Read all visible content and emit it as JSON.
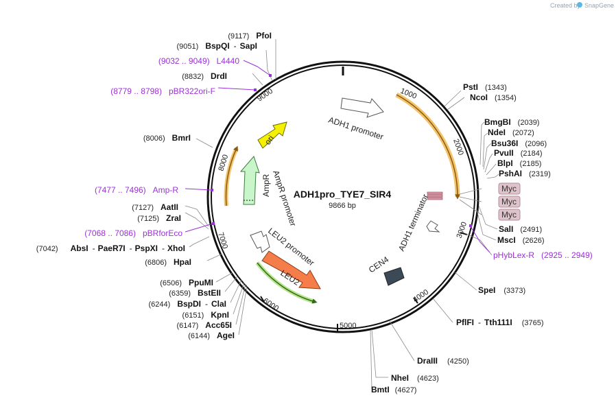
{
  "credit": {
    "prefix": "Created by",
    "brand": "SnapGene"
  },
  "plasmid": {
    "name": "ADH1pro_TYE7_SIR4",
    "size": "9866 bp"
  },
  "ticks": [
    "1000",
    "2000",
    "3000",
    "4000",
    "5000",
    "6000",
    "7000",
    "8000",
    "9000"
  ],
  "features": {
    "adh1_promoter": "ADH1 promoter",
    "adh1_terminator": "ADH1 terminator",
    "cen4": "CEN4",
    "leu2": "LEU2",
    "leu2_promoter": "LEU2 promoter",
    "ampr": "AmpR",
    "ampr_promoter": "AmpR promoter",
    "ori": "ori",
    "myc1": "Myc",
    "myc2": "Myc",
    "myc3": "Myc"
  },
  "sites": {
    "psti": {
      "name": "PstI",
      "pos": "(1343)"
    },
    "ncoi": {
      "name": "NcoI",
      "pos": "(1354)"
    },
    "bmgbi": {
      "name": "BmgBI",
      "pos": "(2039)"
    },
    "ndei": {
      "name": "NdeI",
      "pos": "(2072)"
    },
    "bsu36i": {
      "name": "Bsu36I",
      "pos": "(2096)"
    },
    "pvuii": {
      "name": "PvuII",
      "pos": "(2184)"
    },
    "blpi": {
      "name": "BlpI",
      "pos": "(2185)"
    },
    "pshai": {
      "name": "PshAI",
      "pos": "(2319)"
    },
    "sali": {
      "name": "SalI",
      "pos": "(2491)"
    },
    "msci": {
      "name": "MscI",
      "pos": "(2626)"
    },
    "spei": {
      "name": "SpeI",
      "pos": "(3373)"
    },
    "pflfi": {
      "name": "PflFI",
      "sep": "-",
      "name2": "Tth111I",
      "pos": "(3765)"
    },
    "draiii": {
      "name": "DraIII",
      "pos": "(4250)"
    },
    "nhei": {
      "name": "NheI",
      "pos": "(4623)"
    },
    "bmti": {
      "name": "BmtI",
      "pos": "(4627)"
    },
    "agei": {
      "name": "AgeI",
      "pos": "(6144)"
    },
    "acc65i": {
      "name": "Acc65I",
      "pos": "(6147)"
    },
    "kpni": {
      "name": "KpnI",
      "pos": "(6151)"
    },
    "bspdi": {
      "name": "BspDI",
      "sep": "-",
      "name2": "ClaI",
      "pos": "(6244)"
    },
    "bsteii": {
      "name": "BstEII",
      "pos": "(6359)"
    },
    "ppumi": {
      "name": "PpuMI",
      "pos": "(6506)"
    },
    "hpai": {
      "name": "HpaI",
      "pos": "(6806)"
    },
    "absi": {
      "name": "AbsI",
      "sep": "-",
      "name2": "PaeR7I",
      "sep2": "-",
      "name3": "PspXI",
      "sep3": "-",
      "name4": "XhoI",
      "pos": "(7042)"
    },
    "zrai": {
      "name": "ZraI",
      "pos": "(7125)"
    },
    "aatii": {
      "name": "AatII",
      "pos": "(7127)"
    },
    "bmri": {
      "name": "BmrI",
      "pos": "(8006)"
    },
    "drdi": {
      "name": "DrdI",
      "pos": "(8832)"
    },
    "bspqi": {
      "name": "BspQI",
      "sep": "-",
      "name2": "SapI",
      "pos": "(9051)"
    },
    "pfoi": {
      "name": "PfoI",
      "pos": "(9117)"
    }
  },
  "primers": {
    "phyblex": {
      "name": "pHybLex-R",
      "range": "(2925 .. 2949)"
    },
    "pbrforeco": {
      "name": "pBRforEco",
      "range": "(7068 .. 7086)"
    },
    "ampr_primer": {
      "name": "Amp-R",
      "range": "(7477 .. 7496)"
    },
    "pbr322ori": {
      "name": "pBR322ori-F",
      "range": "(8779 .. 8798)"
    },
    "l4440": {
      "name": "L4440",
      "range": "(9032 .. 9049)"
    }
  },
  "colors": {
    "orf_gold": "#f2c36b",
    "orf_line": "#c27a14",
    "leu2_fill": "#f47d4a",
    "leu2_line": "#7cbf3a",
    "ampr_fill": "#c8f5c9",
    "ori_fill": "#f5f000",
    "cen4_fill": "#3c4a57",
    "primer": "#9b30d9"
  }
}
